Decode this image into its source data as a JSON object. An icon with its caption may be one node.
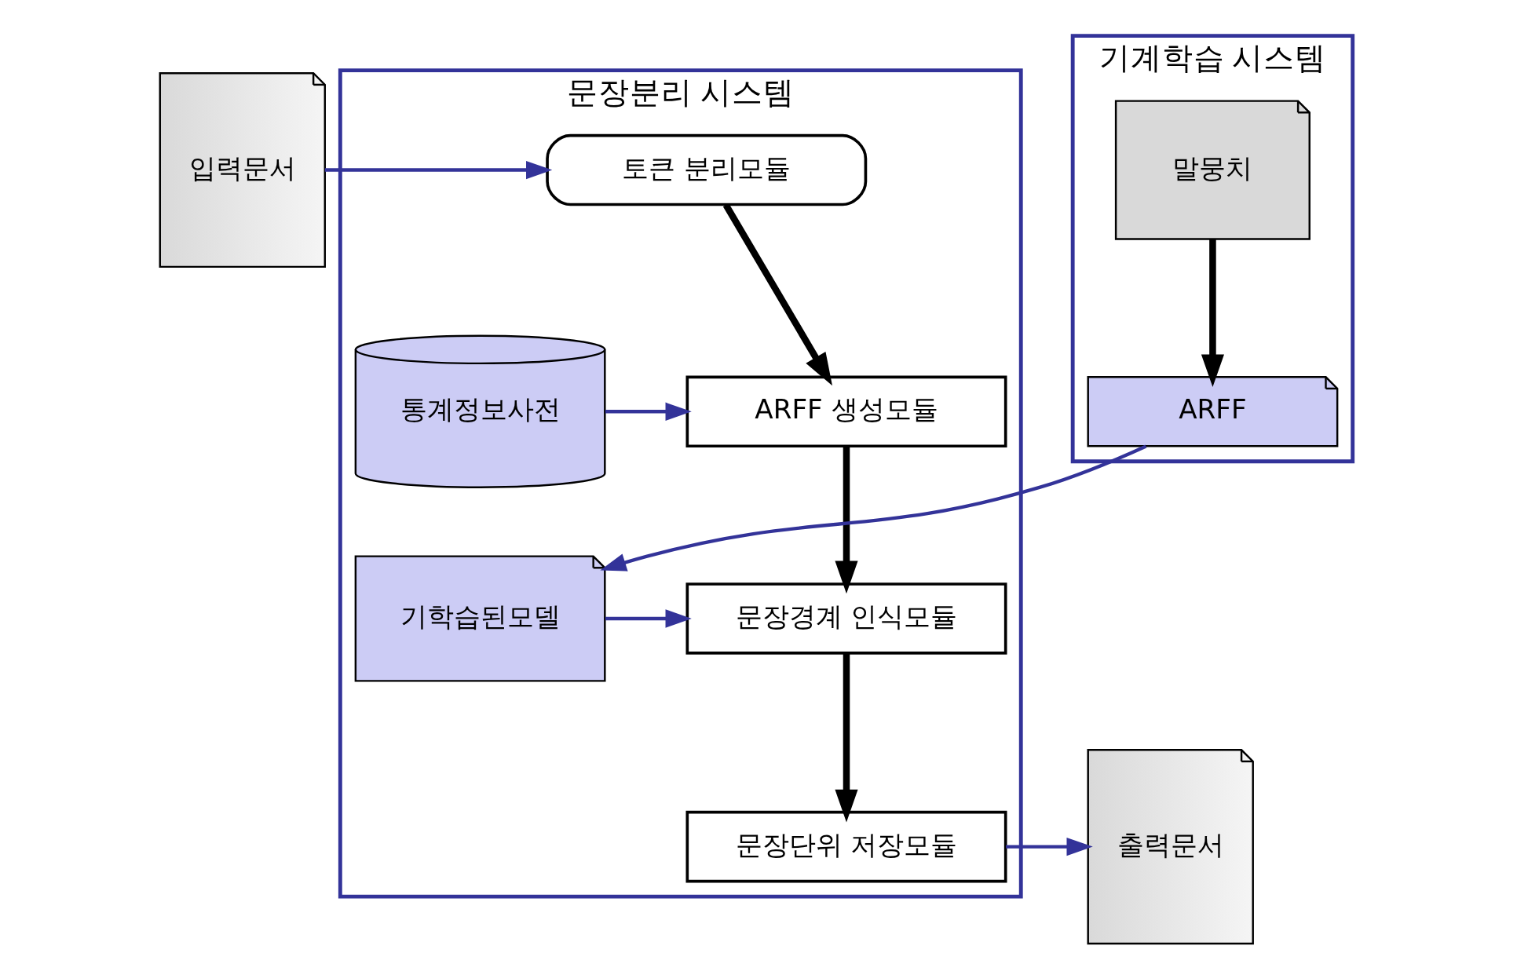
{
  "diagram": {
    "nodes": [
      {
        "text": [
          "입력문서"
        ]
      },
      {
        "text": [
          "문장분리 시스템"
        ]
      },
      {
        "text": [
          "토큰 분리모듈"
        ],
        "in": 1
      },
      {
        "text": [
          "ARFF 생성모듈"
        ],
        "in": 1
      },
      {
        "text": [
          "통계정보사전"
        ],
        "in": 1
      },
      {
        "text": [
          "문장경계 인식모듈"
        ],
        "in": 1
      },
      {
        "text": [
          "기학습된모델"
        ],
        "in": 1
      },
      {
        "text": [
          "문장단위 저장모듈"
        ],
        "in": 1
      },
      {
        "text": [
          "기계학습 시스템"
        ]
      },
      {
        "text": [
          "말뭉치"
        ],
        "in": 8
      },
      {
        "text": [
          "ARFF"
        ],
        "in": 8
      },
      {
        "text": [
          "출력문서"
        ]
      }
    ],
    "edges": [
      {
        "from": 0,
        "to": 2,
        "arrow": "to"
      },
      {
        "from": 2,
        "to": 3,
        "arrow": "to",
        "style": "thick",
        "color": "#000000"
      },
      {
        "from": 4,
        "to": 3,
        "arrow": "to"
      },
      {
        "from": 3,
        "to": 5,
        "arrow": "to",
        "style": "thick",
        "color": "#000000"
      },
      {
        "from": 6,
        "to": 5,
        "arrow": "to"
      },
      {
        "from": 5,
        "to": 7,
        "arrow": "to",
        "style": "thick",
        "color": "#000000"
      },
      {
        "from": 7,
        "to": 11,
        "arrow": "to"
      },
      {
        "from": 9,
        "to": 10,
        "arrow": "to",
        "style": "thick",
        "color": "#000000"
      },
      {
        "from": 10,
        "to": 6,
        "arrow": "to"
      }
    ]
  }
}
